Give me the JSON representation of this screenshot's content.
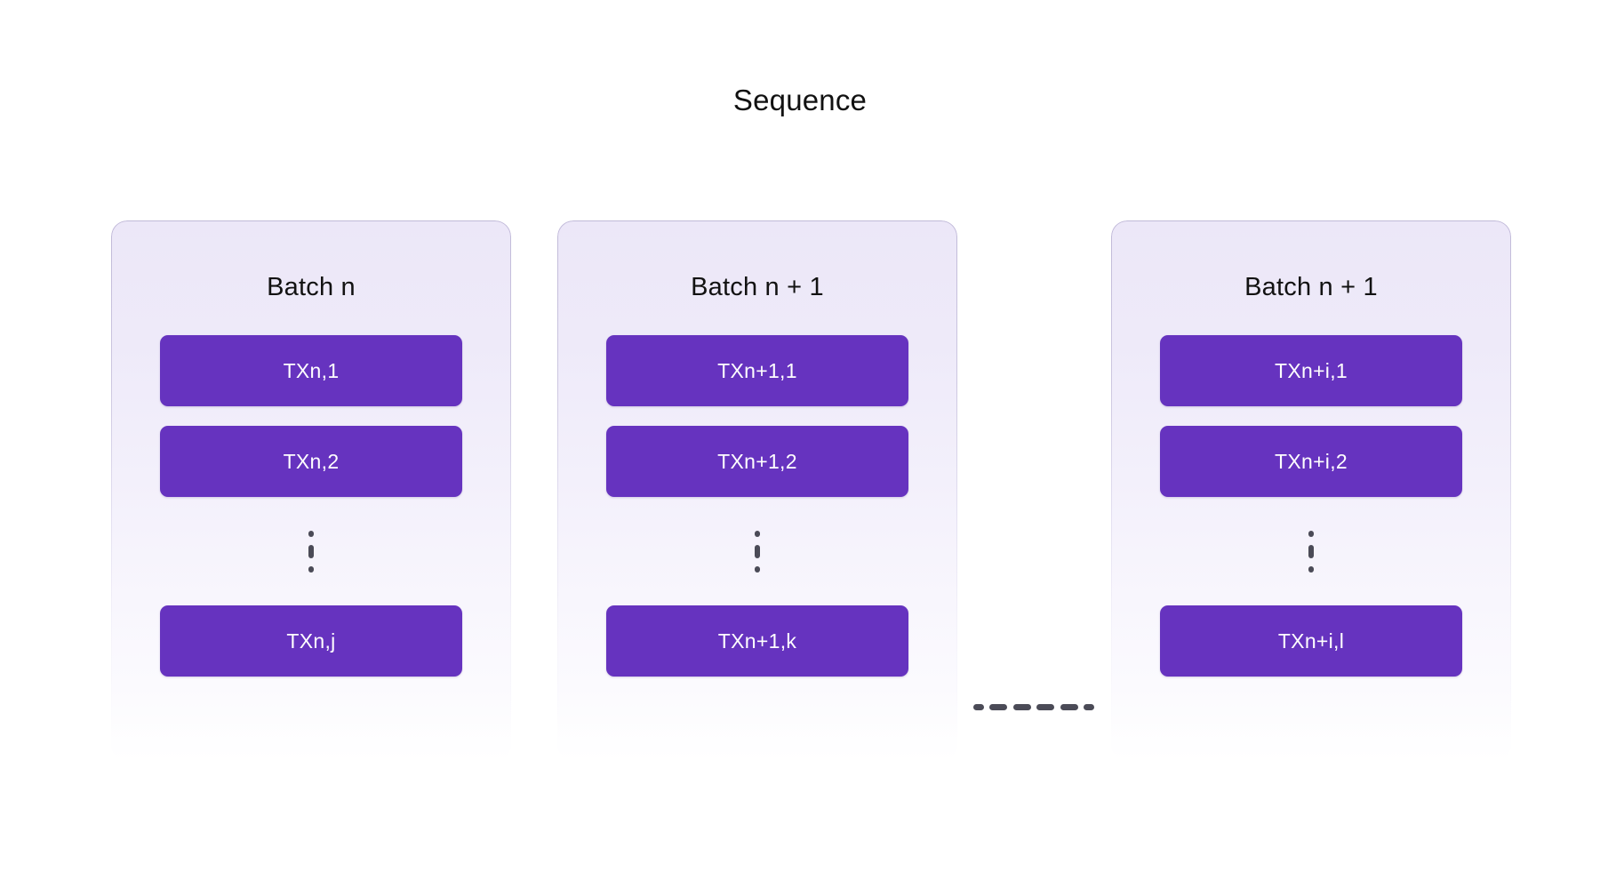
{
  "diagram": {
    "title": "Sequence",
    "type": "batch-sequence-diagram",
    "accent_color": "#6633bf",
    "card_background_top": "#ece7f8",
    "card_background_bottom": "#ffffff",
    "dash_color": "#4b4b57",
    "title_color": "#111111"
  },
  "batches": [
    {
      "title": "Batch n",
      "transactions": [
        {
          "label": "TXn,1"
        },
        {
          "label": "TXn,2"
        },
        {
          "label": "TXn,j"
        }
      ],
      "ellipsis": "vertical-ellipsis"
    },
    {
      "title": "Batch n + 1",
      "transactions": [
        {
          "label": "TXn+1,1"
        },
        {
          "label": "TXn+1,2"
        },
        {
          "label": "TXn+1,k"
        }
      ],
      "ellipsis": "vertical-ellipsis"
    },
    {
      "title": "Batch n + 1",
      "transactions": [
        {
          "label": "TXn+i,1"
        },
        {
          "label": "TXn+i,2"
        },
        {
          "label": "TXn+i,l"
        }
      ],
      "ellipsis": "vertical-ellipsis"
    }
  ],
  "connector": {
    "style": "dashed",
    "orientation": "horizontal",
    "dash_count": 6
  }
}
